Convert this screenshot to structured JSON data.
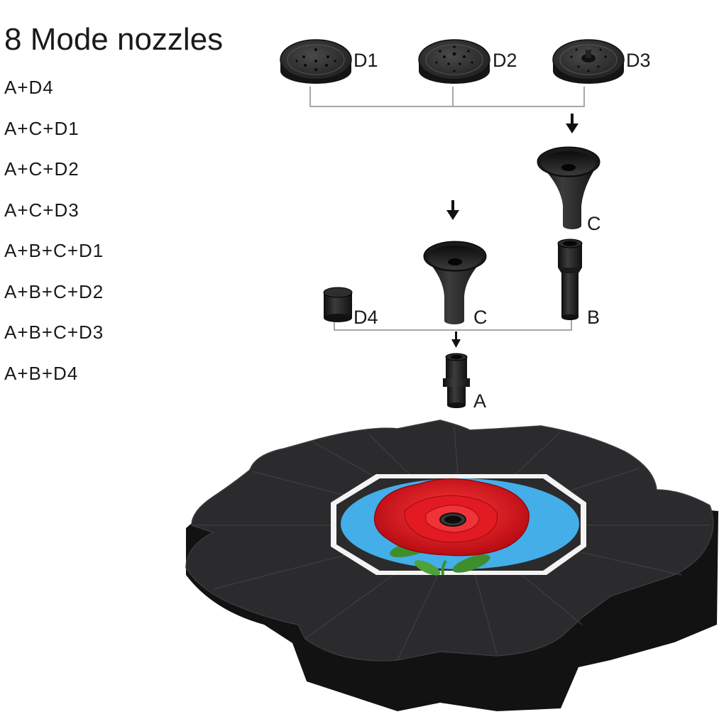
{
  "title": "8 Mode nozzles",
  "modes": [
    "A+D4",
    "A+C+D1",
    "A+C+D2",
    "A+C+D3",
    "A+B+C+D1",
    "A+B+C+D2",
    "A+B+C+D3",
    "A+B+D4"
  ],
  "parts": {
    "d1": "D1",
    "d2": "D2",
    "d3": "D3",
    "c_upper": "C",
    "c_lower": "C",
    "b": "B",
    "d4": "D4",
    "a": "A"
  },
  "colors": {
    "part_black": "#1c1c1c",
    "connector_line": "#8a8a8a",
    "panel_face": "#2b2b2d",
    "panel_side": "#141414",
    "center_blue": "#43aee8",
    "rose_red": "#d8101a",
    "leaf_green": "#3e8e2e"
  }
}
